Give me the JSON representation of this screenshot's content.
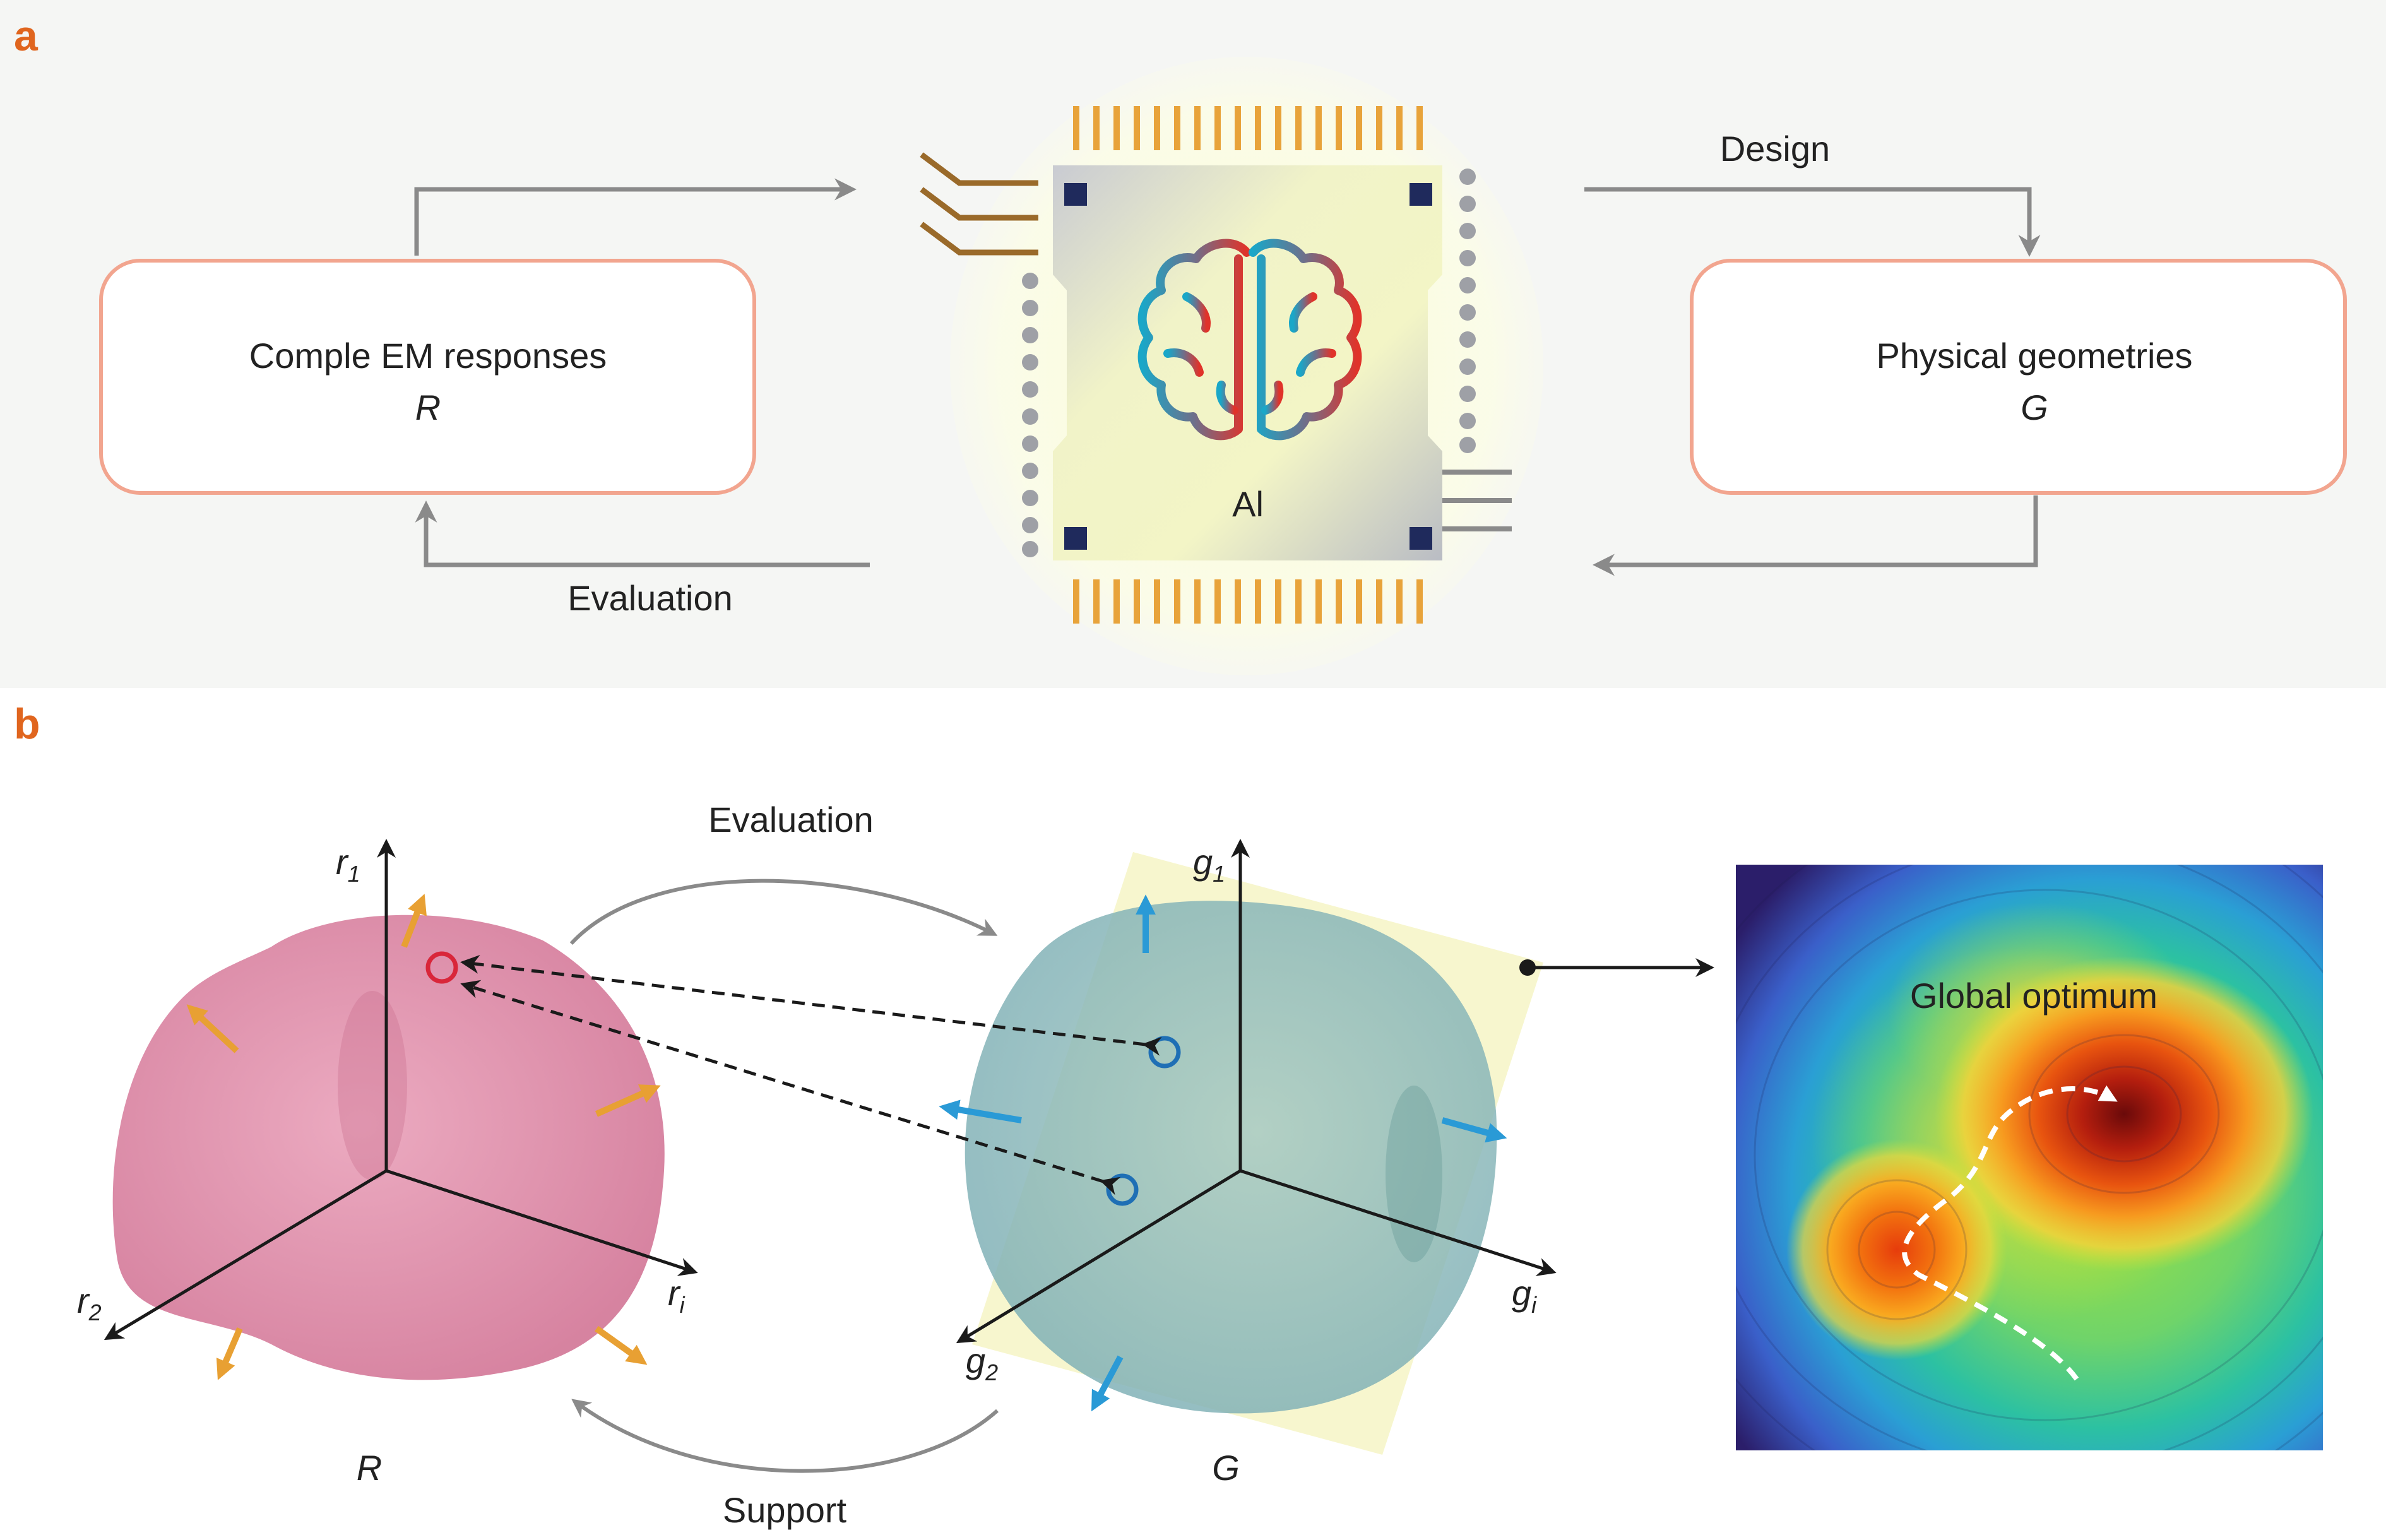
{
  "panel_a": {
    "letter": "a",
    "left_box": {
      "title": "Comple EM responses",
      "symbol": "R"
    },
    "right_box": {
      "title": "Physical geometries",
      "symbol": "G"
    },
    "chip_label": "Al",
    "design_label": "Design",
    "evaluation_label": "Evaluation"
  },
  "panel_b": {
    "letter": "b",
    "evaluation_label": "Evaluation",
    "support_label": "Support",
    "left_space": {
      "name": "R",
      "axis_1": "r",
      "axis_1_sub": "1",
      "axis_2": "r",
      "axis_2_sub": "2",
      "axis_i": "r",
      "axis_i_sub": "i"
    },
    "right_space": {
      "name": "G",
      "axis_1": "g",
      "axis_1_sub": "1",
      "axis_2": "g",
      "axis_2_sub": "2",
      "axis_i": "g",
      "axis_i_sub": "i"
    },
    "landscape_label": "Global optimum"
  },
  "colors": {
    "accent": "#e0651e",
    "box_border": "#f2a58f",
    "arrow_gray": "#8a8a8a",
    "pins_orange": "#e8a33a",
    "pad_navy": "#1f2a5c",
    "blob_pink": "#e08aa8",
    "blob_teal": "#8fb9b4",
    "arrow_orange": "#e8a033",
    "arrow_blue": "#2a9ad6",
    "marker_red": "#d9263a",
    "marker_blue": "#1f6fb5"
  }
}
